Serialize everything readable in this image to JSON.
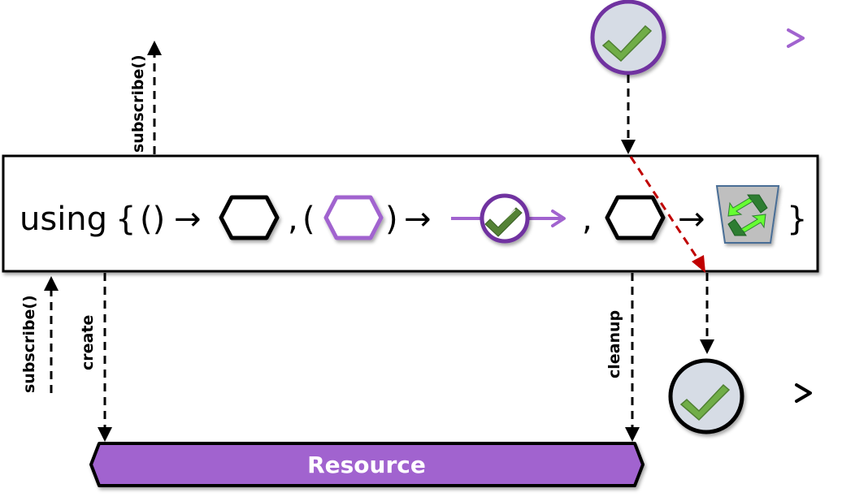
{
  "diagram": {
    "title": "using operator marble diagram",
    "operator_box": {
      "keyword": "using",
      "open_brace": "{",
      "arg1_parens": "()",
      "arrow": "→",
      "comma": ",",
      "open_paren": "(",
      "close_paren": ")",
      "close_brace": "}",
      "arg1_result_icon": "hexagon-resource-icon",
      "arg2_input_icon": "hexagon-resource-purple-icon",
      "arg2_result_icon": "observable-complete-icon",
      "arg3_input_icon": "hexagon-resource-icon",
      "arg3_result_icon": "recycle-bin-icon"
    },
    "source_timeline": {
      "color": "#a163cf",
      "events": [
        {
          "type": "complete",
          "icon": "checkmark-icon"
        }
      ]
    },
    "output_timeline": {
      "color": "#000000",
      "events": [
        {
          "type": "complete",
          "icon": "checkmark-icon"
        }
      ]
    },
    "labels": {
      "subscribe_top": "subscribe()",
      "subscribe_bottom": "subscribe()",
      "create": "create",
      "cleanup": "cleanup"
    },
    "resource": {
      "label": "Resource",
      "color": "#a163cf"
    },
    "colors": {
      "purple": "#a163cf",
      "purple_dark": "#7030a0",
      "check_green": "#70ad47",
      "check_dark_green": "#4f7f33",
      "circle_fill": "#d6dce5",
      "red_dash": "#c00000",
      "bin_fill": "#bfbfbf",
      "bin_stroke": "#4a6e96"
    }
  }
}
